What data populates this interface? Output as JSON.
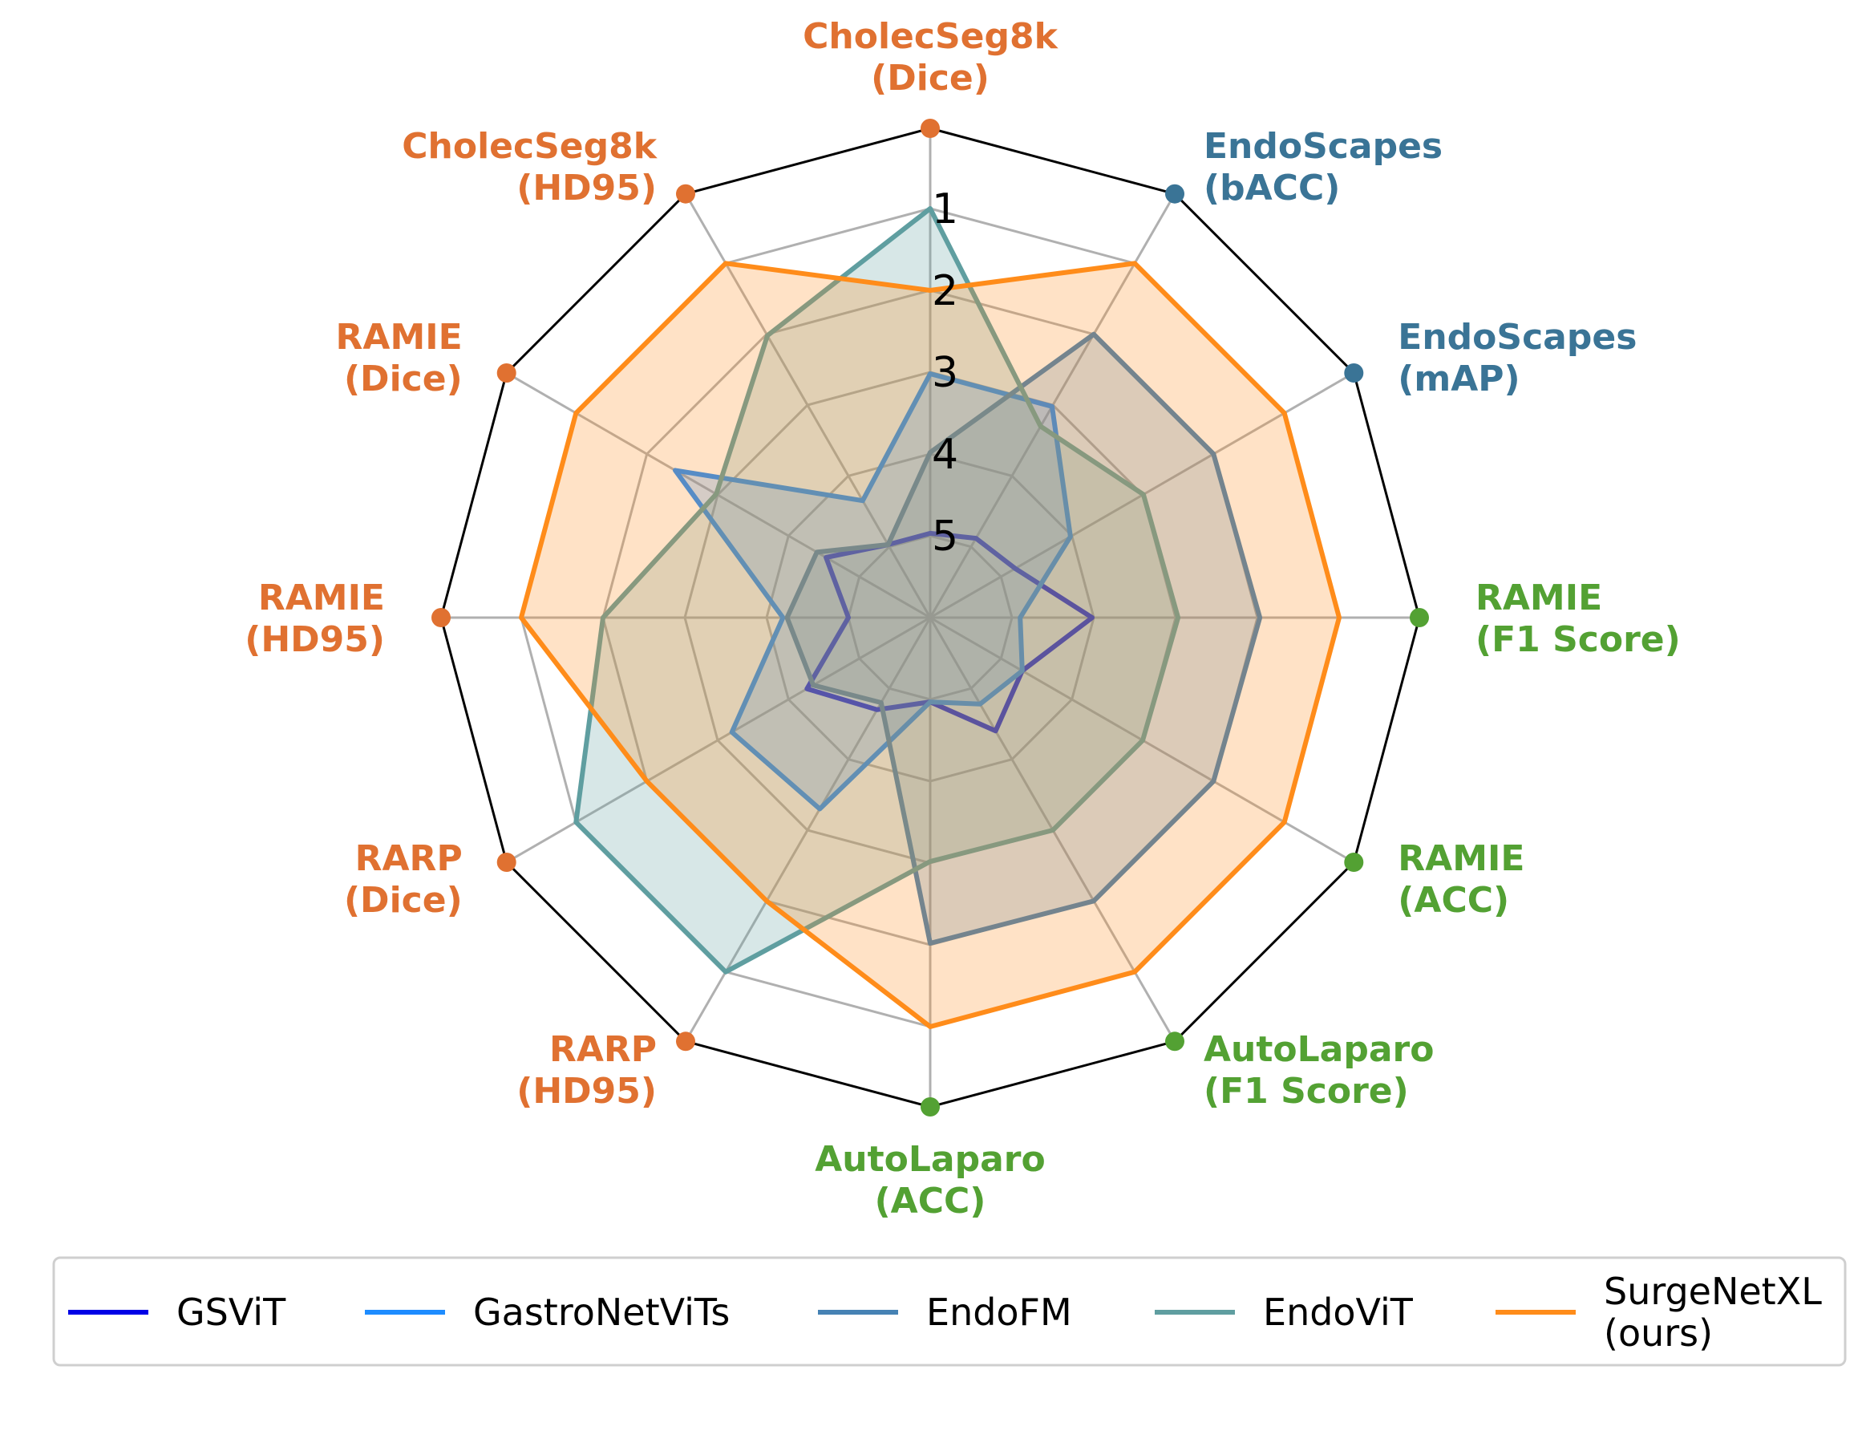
{
  "chart_data": {
    "type": "radar",
    "axes": [
      {
        "lines": [
          "CholecSeg8k",
          "(Dice)"
        ],
        "group": "seg"
      },
      {
        "lines": [
          "EndoScapes",
          "(bACC)"
        ],
        "group": "cvs"
      },
      {
        "lines": [
          "EndoScapes",
          "(mAP)"
        ],
        "group": "cvs"
      },
      {
        "lines": [
          "RAMIE",
          "(F1 Score)"
        ],
        "group": "phase"
      },
      {
        "lines": [
          "RAMIE",
          "(ACC)"
        ],
        "group": "phase"
      },
      {
        "lines": [
          "AutoLaparo",
          "(F1 Score)"
        ],
        "group": "phase"
      },
      {
        "lines": [
          "AutoLaparo",
          "(ACC)"
        ],
        "group": "phase"
      },
      {
        "lines": [
          "RARP",
          "(HD95)"
        ],
        "group": "seg"
      },
      {
        "lines": [
          "RARP",
          "(Dice)"
        ],
        "group": "seg"
      },
      {
        "lines": [
          "RAMIE",
          "(HD95)"
        ],
        "group": "seg"
      },
      {
        "lines": [
          "RAMIE",
          "(Dice)"
        ],
        "group": "seg"
      },
      {
        "lines": [
          "CholecSeg8k",
          "(HD95)"
        ],
        "group": "seg"
      }
    ],
    "group_colors": {
      "seg": "#e07131",
      "cvs": "#3a7496",
      "phase": "#53a133"
    },
    "r_ticks": [
      "1",
      "2",
      "3",
      "4",
      "5"
    ],
    "r_scale": "rank",
    "series": [
      {
        "name": "GSViT",
        "color": "#0000e6",
        "fill": false,
        "values": [
          4.97,
          4.88,
          4.8,
          4.02,
          4.7,
          4.4,
          4.97,
          4.7,
          4.26,
          5.0,
          4.53,
          4.97
        ]
      },
      {
        "name": "GastroNetViTs",
        "color": "#1e8cff",
        "fill": true,
        "values": [
          3.02,
          3.02,
          4.02,
          4.9,
          4.7,
          4.78,
          4.97,
          3.3,
          3.2,
          4.2,
          2.4,
          4.35
        ]
      },
      {
        "name": "EndoFM",
        "color": "#4682b4",
        "fill": true,
        "values": [
          3.98,
          2.0,
          2.0,
          1.97,
          2.0,
          2.0,
          2.02,
          4.8,
          4.35,
          4.25,
          4.4,
          4.97
        ]
      },
      {
        "name": "EndoViT",
        "color": "#5f9ea0",
        "fill": true,
        "values": [
          1.0,
          3.3,
          2.99,
          2.97,
          3.0,
          3.0,
          3.02,
          1.0,
          1.0,
          2.0,
          2.98,
          2.02
        ]
      },
      {
        "name": "SurgeNetXL\n(ours)",
        "color": "#ff8c1a",
        "fill": true,
        "values": [
          2.0,
          1.0,
          1.0,
          1.0,
          1.0,
          1.0,
          1.0,
          2.0,
          2.0,
          1.0,
          1.0,
          1.0
        ]
      }
    ],
    "legend_position": "bottom",
    "grid": true
  }
}
